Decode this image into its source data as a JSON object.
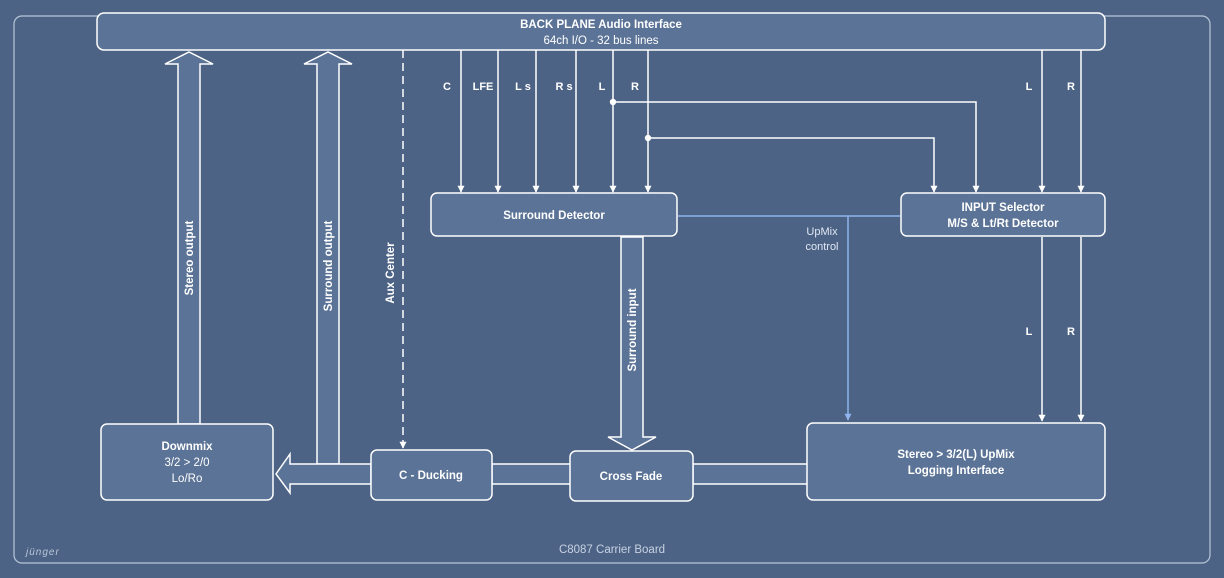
{
  "colors": {
    "background": "#4d6385",
    "box_fill": "#5b7396",
    "line": "#ffffff",
    "control_line": "#8fb3ec"
  },
  "backplane": {
    "title": "BACK PLANE Audio Interface",
    "subtitle": "64ch I/O - 32 bus lines"
  },
  "channels": {
    "c": "C",
    "lfe": "LFE",
    "ls": "L s",
    "rs": "R s",
    "l": "L",
    "r": "R",
    "sel_l": "L",
    "sel_r": "R",
    "out_l": "L",
    "out_r": "R"
  },
  "blocks": {
    "surround_detector": "Surround Detector",
    "input_selector_line1": "INPUT Selector",
    "input_selector_line2": "M/S & Lt/Rt Detector",
    "downmix_line1": "Downmix",
    "downmix_line2": "3/2 > 2/0",
    "downmix_line3": "Lo/Ro",
    "c_ducking": "C - Ducking",
    "cross_fade": "Cross Fade",
    "upmix_line1": "Stereo > 3/2(L) UpMix",
    "upmix_line2": "Logging Interface"
  },
  "paths": {
    "stereo_output": "Stereo output",
    "surround_output": "Surround output",
    "aux_center": "Aux Center",
    "surround_input": "Surround input",
    "upmix_control_line1": "UpMix",
    "upmix_control_line2": "control"
  },
  "board": {
    "name": "C8087 Carrier Board",
    "logo": "jünger"
  }
}
